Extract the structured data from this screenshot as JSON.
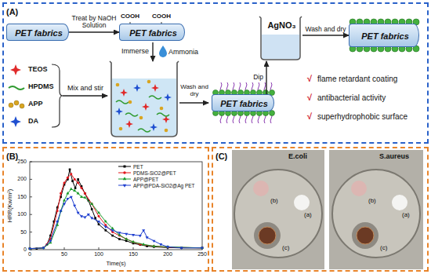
{
  "diagram": {
    "nodes": [
      {
        "text": [
          "(A)"
        ]
      },
      {
        "text": [
          "PET fabrics"
        ],
        "in": 0
      },
      {
        "text": [
          "PET fabrics"
        ],
        "in": 0
      },
      {
        "text": [
          "PET fabrics"
        ],
        "in": 0
      },
      {
        "text": [
          "AgNO₃"
        ],
        "in": 0
      },
      {
        "text": [
          "PET fabrics"
        ],
        "in": 0
      },
      {
        "text": [
          "(B)"
        ]
      },
      {
        "text": [
          "(C)"
        ]
      }
    ],
    "edges": [
      {
        "from": 1,
        "to": 2,
        "arrow": "to",
        "label": "Treat by NaOH Solution"
      },
      {
        "from": 3,
        "to": 4,
        "arrow": "to",
        "label": "Dip"
      },
      {
        "from": 4,
        "to": 5,
        "arrow": "to",
        "label": "Wash and dry"
      }
    ],
    "labels": [
      "COOH",
      "COOH",
      "Immerse",
      "Ammonia",
      "TEOS",
      "HPDMS",
      "APP",
      "DA",
      "Mix and stir",
      "Wash and dry",
      "√",
      "flame retardant coating",
      "√",
      "antibacterial activity",
      "√",
      "superhydrophobic surface",
      "HRR(Kw/m²)",
      "250",
      "200",
      "150",
      "100",
      "50",
      "0",
      "0",
      "50",
      "100",
      "150",
      "200",
      "250",
      "Time(s)",
      "E.coli",
      "(b)",
      "(a)",
      "(c)",
      "S.aureus",
      "(b)",
      "(a)",
      "(c)"
    ],
    "legend": [
      {
        "text": "PET"
      },
      {
        "text": "PDMS-SiO2@PET"
      },
      {
        "text": "APP@PET"
      },
      {
        "text": "APP@PDA-SiO2@Ag PET"
      }
    ]
  }
}
